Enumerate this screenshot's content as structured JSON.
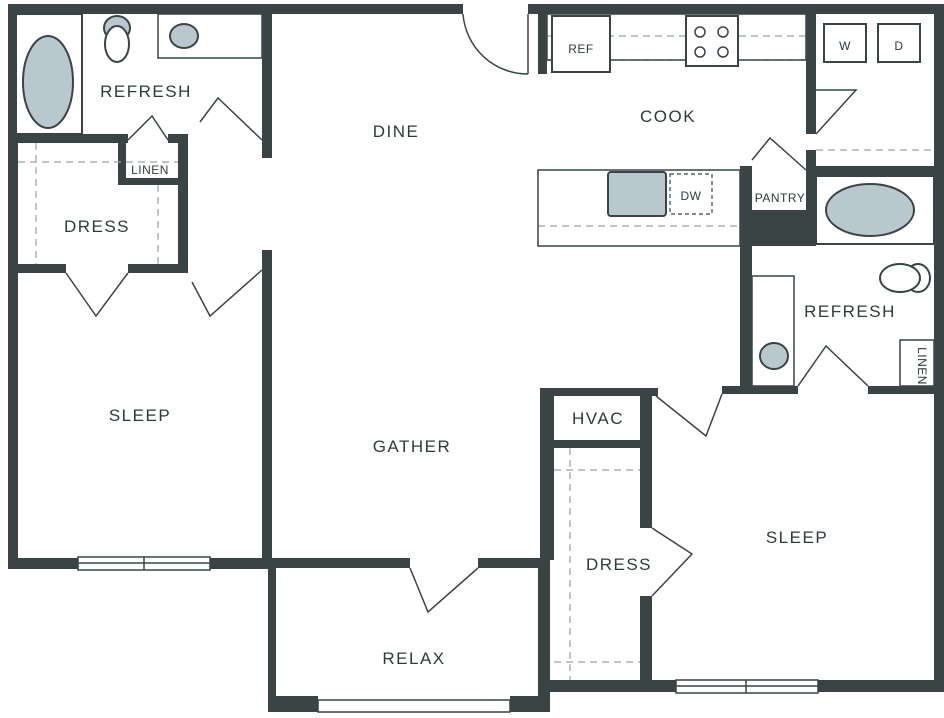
{
  "rooms": {
    "refresh_1": "REFRESH",
    "linen_1": "LINEN",
    "dress_1": "DRESS",
    "sleep_1": "SLEEP",
    "dine": "DINE",
    "gather": "GATHER",
    "cook": "COOK",
    "pantry": "PANTRY",
    "refresh_2": "REFRESH",
    "linen_2": "LINEN",
    "hvac": "HVAC",
    "dress_2": "DRESS",
    "sleep_2": "SLEEP",
    "relax": "RELAX"
  },
  "appliances": {
    "ref": "REF",
    "dw": "DW",
    "washer": "W",
    "dryer": "D"
  },
  "colors": {
    "wall": "#3a4444",
    "fixture": "#b9c7cf",
    "background": "#ffffff"
  }
}
